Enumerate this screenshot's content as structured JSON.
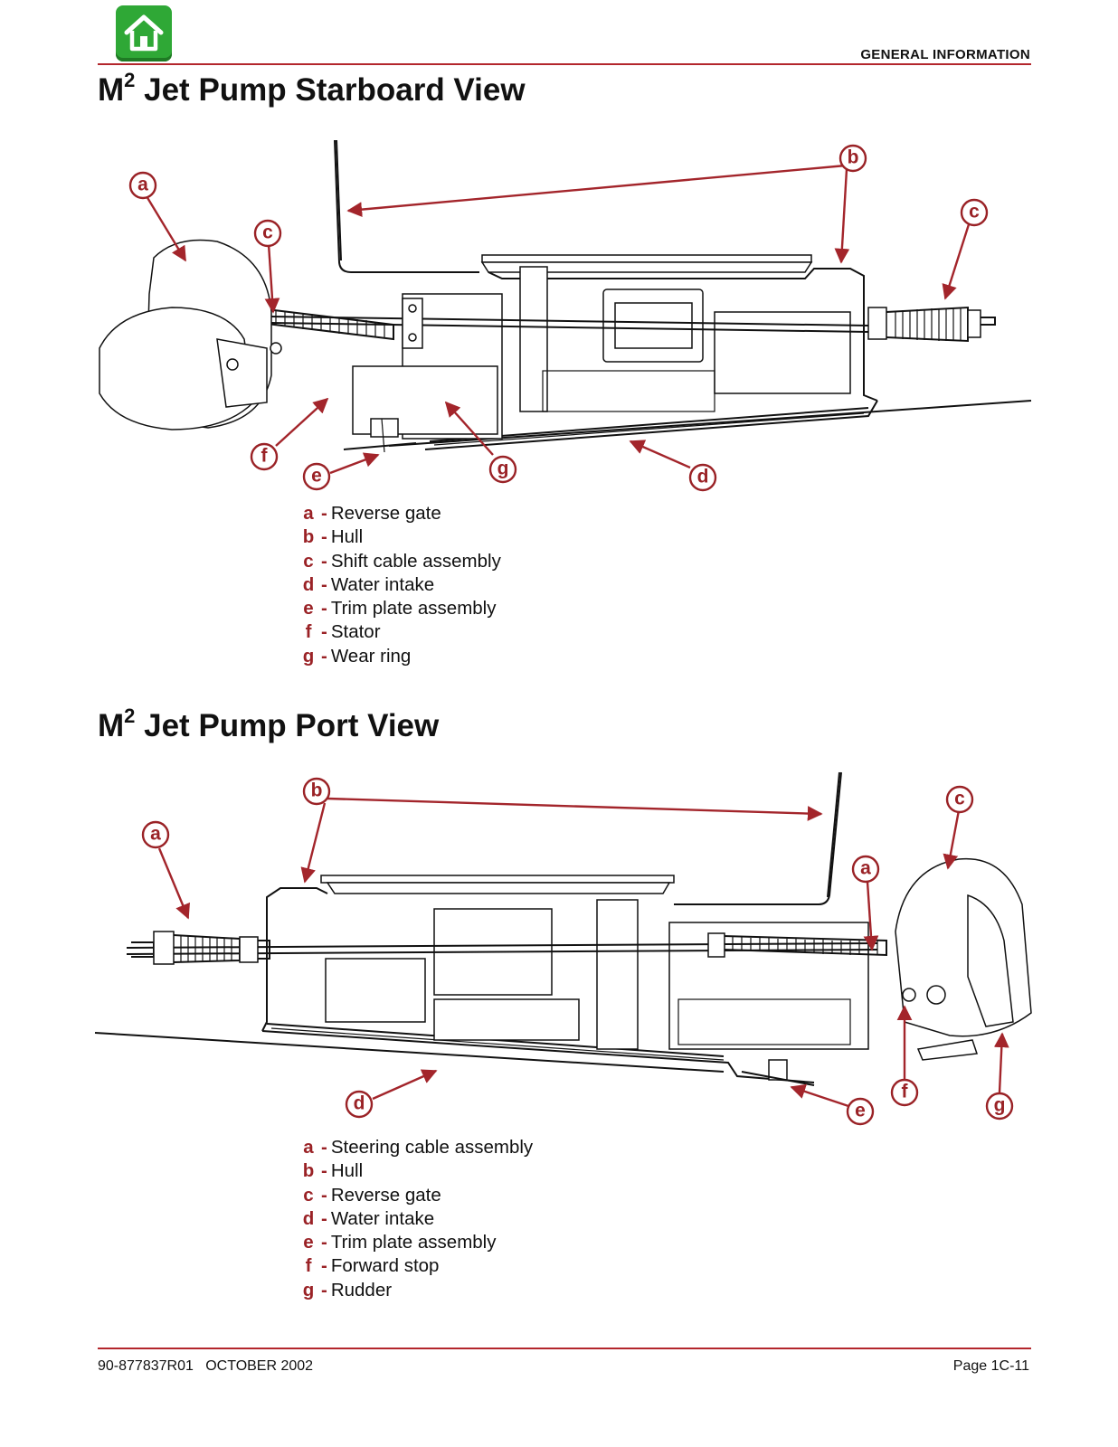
{
  "header": {
    "home_icon": "home-icon",
    "section": "GENERAL INFORMATION"
  },
  "colors": {
    "accent": "#b3262c",
    "home_button": "#2fa836"
  },
  "sections": [
    {
      "title_main": "M",
      "title_sup": "2",
      "title_rest": " Jet Pump Starboard View",
      "callouts": [
        "a",
        "b",
        "c",
        "c",
        "d",
        "e",
        "f",
        "g"
      ],
      "legend": [
        {
          "key": "a",
          "label": "Reverse gate"
        },
        {
          "key": "b",
          "label": "Hull"
        },
        {
          "key": "c",
          "label": "Shift cable assembly"
        },
        {
          "key": "d",
          "label": "Water intake"
        },
        {
          "key": "e",
          "label": "Trim plate assembly"
        },
        {
          "key": "f",
          "label": "Stator"
        },
        {
          "key": "g",
          "label": "Wear ring"
        }
      ]
    },
    {
      "title_main": "M",
      "title_sup": "2",
      "title_rest": " Jet Pump Port View",
      "callouts": [
        "a",
        "a",
        "b",
        "c",
        "d",
        "e",
        "f",
        "g"
      ],
      "legend": [
        {
          "key": "a",
          "label": "Steering cable assembly"
        },
        {
          "key": "b",
          "label": "Hull"
        },
        {
          "key": "c",
          "label": "Reverse gate"
        },
        {
          "key": "d",
          "label": "Water intake"
        },
        {
          "key": "e",
          "label": "Trim plate assembly"
        },
        {
          "key": "f",
          "label": "Forward stop"
        },
        {
          "key": "g",
          "label": "Rudder"
        }
      ]
    }
  ],
  "legend_separator": "-",
  "footer": {
    "doc_number": "90-877837R01   OCTOBER 2002",
    "page": "Page 1C-11"
  }
}
